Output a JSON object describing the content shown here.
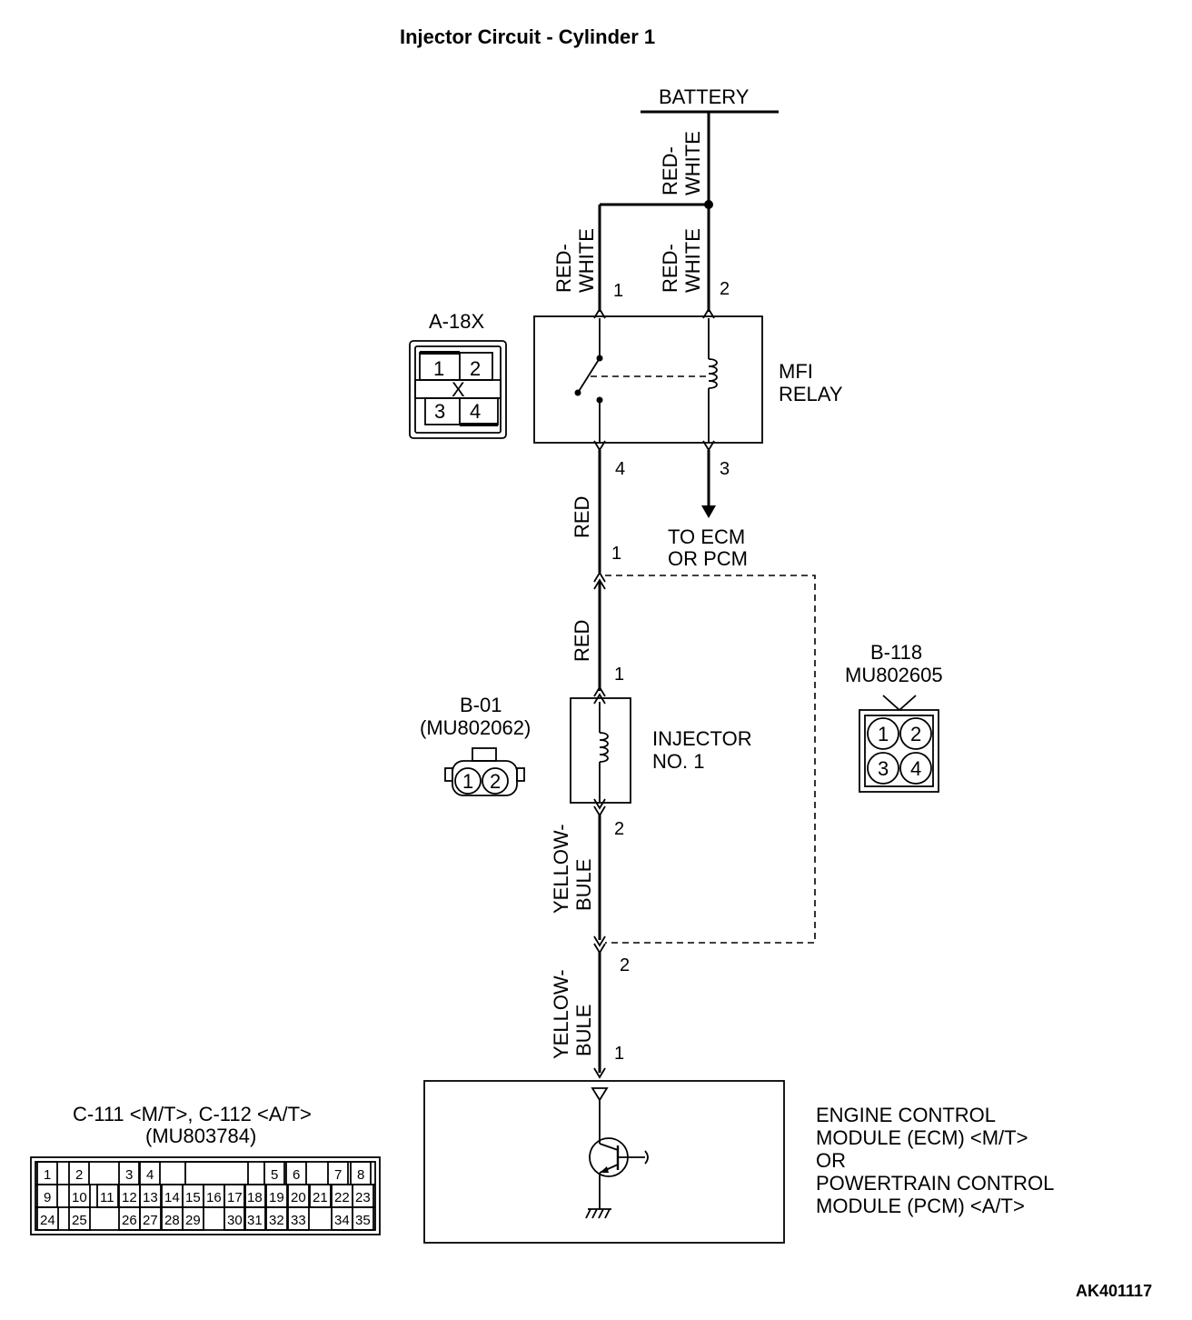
{
  "title": "Injector Circuit - Cylinder 1",
  "figure_id": "AK401117",
  "battery": {
    "label": "BATTERY"
  },
  "wires": {
    "battery_feed": [
      "RED-",
      "WHITE"
    ],
    "relay_pin1": [
      "RED-",
      "WHITE"
    ],
    "relay_pin2": [
      "RED-",
      "WHITE"
    ],
    "relay_to_b118": "RED",
    "b118_to_injector": "RED",
    "injector_to_b118": [
      "YELLOW-",
      "BULE"
    ],
    "b118_to_ecm": [
      "YELLOW-",
      "BULE"
    ]
  },
  "relay": {
    "label_line1": "MFI",
    "label_line2": "RELAY",
    "pins": [
      "1",
      "2",
      "4",
      "3"
    ],
    "to_ecm_line1": "TO ECM",
    "to_ecm_line2": "OR PCM"
  },
  "connector_a18x": {
    "name": "A-18X",
    "cells": [
      "1",
      "2",
      "3",
      "4"
    ],
    "center": "X"
  },
  "connector_b01": {
    "name": "B-01",
    "part": "(MU802062)",
    "cells": [
      "1",
      "2"
    ]
  },
  "connector_b118": {
    "name": "B-118",
    "part": "MU802605",
    "cells": [
      "1",
      "2",
      "3",
      "4"
    ],
    "pins": [
      "1",
      "2"
    ]
  },
  "injector": {
    "label_line1": "INJECTOR",
    "label_line2": "NO. 1",
    "pins": [
      "1",
      "2"
    ]
  },
  "ecm": {
    "pin": "1",
    "label_lines": [
      "ENGINE CONTROL",
      "MODULE (ECM) <M/T>",
      "OR",
      "POWERTRAIN CONTROL",
      "MODULE (PCM) <A/T>"
    ]
  },
  "connector_c111": {
    "name": "C-111 <M/T>, C-112 <A/T>",
    "part": "(MU803784)",
    "row1": [
      "1",
      "2",
      "3",
      "4",
      "5",
      "6",
      "7",
      "8"
    ],
    "row2": [
      "9",
      "10",
      "11",
      "12",
      "13",
      "14",
      "15",
      "16",
      "17",
      "18",
      "19",
      "20",
      "21",
      "22",
      "23"
    ],
    "row3": [
      "24",
      "25",
      "26",
      "27",
      "28",
      "29",
      "30",
      "31",
      "32",
      "33",
      "34",
      "35"
    ]
  }
}
